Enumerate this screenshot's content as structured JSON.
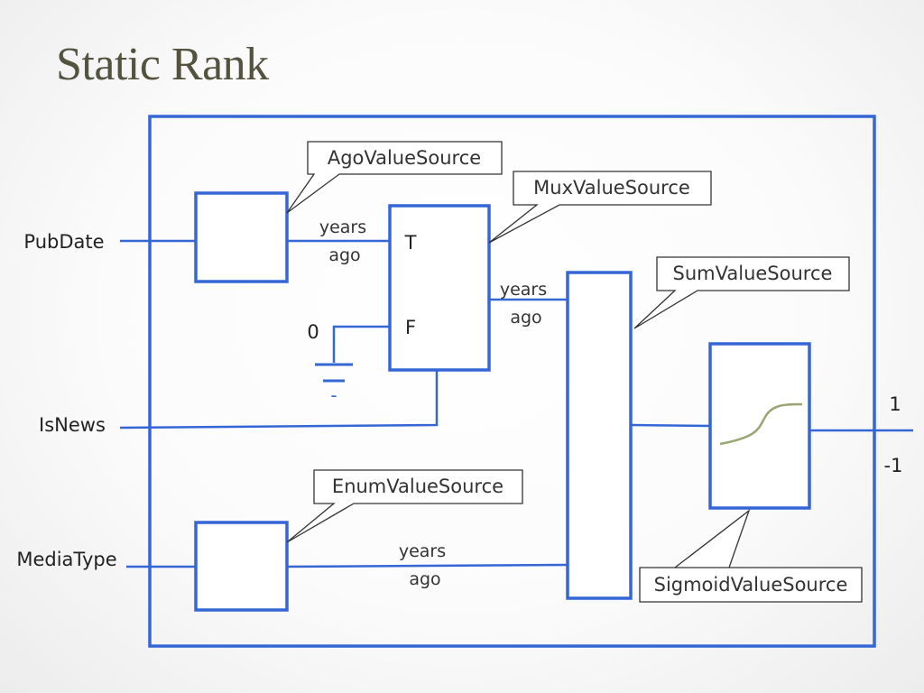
{
  "title": "Static Rank",
  "inputs": {
    "pubdate": "PubDate",
    "isnews": "IsNews",
    "mediatype": "MediaType"
  },
  "callouts": {
    "ago": "AgoValueSource",
    "mux": "MuxValueSource",
    "sum": "SumValueSource",
    "enum": "EnumValueSource",
    "sigmoid": "SigmoidValueSource"
  },
  "wire_labels": {
    "years": "years",
    "ago": "ago"
  },
  "mux_ports": {
    "true": "T",
    "false": "F"
  },
  "constant_zero": "0",
  "ground_minus": "-",
  "output_range": {
    "max": "1",
    "min": "-1"
  },
  "colors": {
    "wire": "#3566d6",
    "title": "#54533f",
    "sigmoid_curve": "#9aa574"
  }
}
